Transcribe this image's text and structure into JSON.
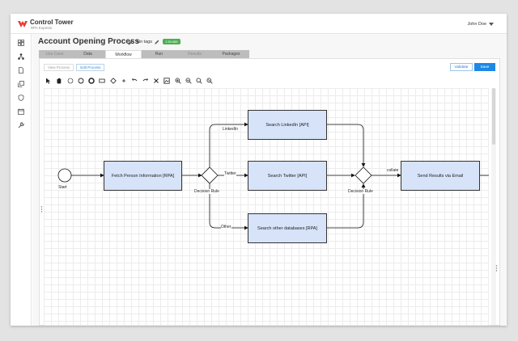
{
  "app": {
    "brand_title": "Control Tower",
    "brand_subtitle": "RPA Express",
    "user_name": "John Doe"
  },
  "colors": {
    "accent": "#1e88e5",
    "brand": "#e53935",
    "node_fill": "#d6e3f8",
    "badge": "#4caf50"
  },
  "sidebar": {
    "items": [
      {
        "icon": "dashboard-icon"
      },
      {
        "icon": "workflow-icon"
      },
      {
        "icon": "document-icon"
      },
      {
        "icon": "copy-icon"
      },
      {
        "icon": "shield-icon"
      },
      {
        "icon": "calendar-icon"
      },
      {
        "icon": "wrench-icon"
      }
    ]
  },
  "process": {
    "title": "Account Opening Process",
    "tags": "No tags",
    "badge": "1.59.685"
  },
  "tabs": [
    {
      "label": "Use Case",
      "state": "disabled"
    },
    {
      "label": "Data",
      "state": "normal"
    },
    {
      "label": "Workflow",
      "state": "active"
    },
    {
      "label": "Run",
      "state": "normal"
    },
    {
      "label": "Results",
      "state": "disabled"
    },
    {
      "label": "Packages",
      "state": "normal"
    }
  ],
  "subtabs": {
    "view": "View Process",
    "edit": "Edit Process"
  },
  "actions": {
    "validate": "Validate",
    "save": "Save"
  },
  "toolbar": [
    "pointer-icon",
    "hand-icon",
    "ellipse-outline-icon",
    "circle-icon",
    "bold-circle-icon",
    "rectangle-icon",
    "diamond-icon",
    "plus-icon",
    "undo-icon",
    "redo-icon",
    "delete-icon",
    "image-icon",
    "zoom-in-icon",
    "zoom-out-icon",
    "zoom-fit-icon",
    "zoom-reset-icon"
  ],
  "diagram": {
    "start": "Start",
    "fetch": "Fetch Person Information [RPA]",
    "decision1": "Decision Rule",
    "linkedin": "Search LinkedIn [API]",
    "twitter": "Search Twitter [API]",
    "other_db": "Search other databases [RPA]",
    "decision2": "Decision Rule",
    "send": "Send Results via Email",
    "edge_linkedin": "LinkedIn",
    "edge_twitter": "Twitter",
    "edge_other": "Other",
    "edge_collate": "collate"
  }
}
